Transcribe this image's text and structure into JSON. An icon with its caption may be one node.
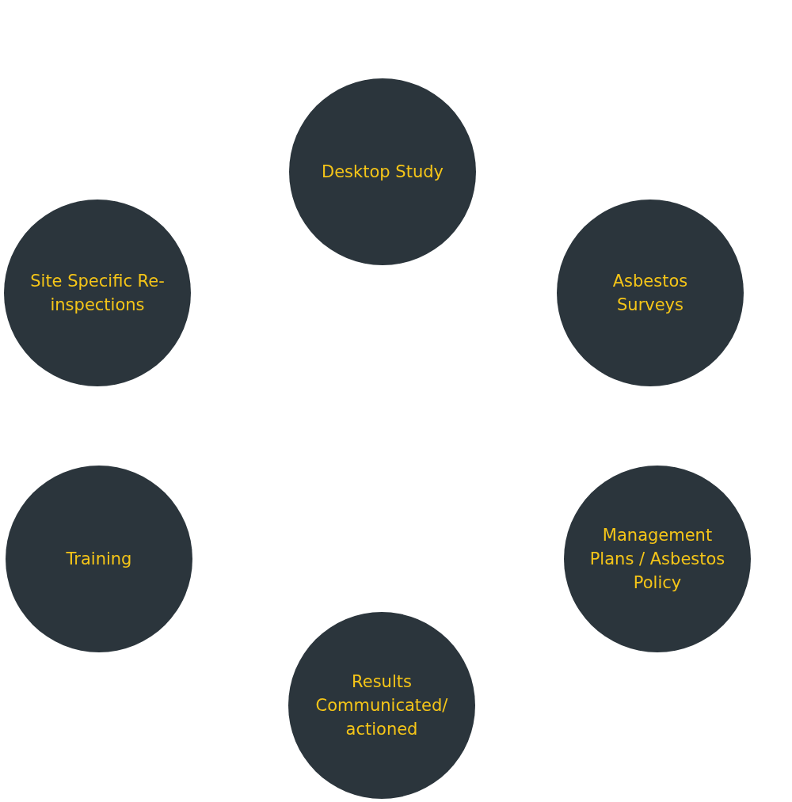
{
  "diagram": {
    "nodes": [
      {
        "text": [
          "Desktop Study"
        ]
      },
      {
        "text": [
          "Site Specific Re-inspections"
        ]
      },
      {
        "text": [
          "Asbestos Surveys"
        ]
      },
      {
        "text": [
          "Training"
        ]
      },
      {
        "text": [
          "Management Plans / Asbestos Policy"
        ]
      },
      {
        "text": [
          "Results Communicated/ actioned"
        ]
      }
    ]
  }
}
